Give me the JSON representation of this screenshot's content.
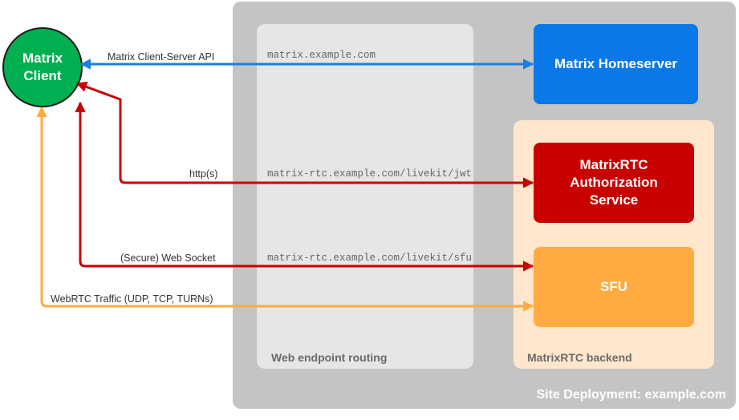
{
  "site": {
    "label": "Site Deployment: example.com"
  },
  "routing": {
    "label": "Web endpoint routing"
  },
  "backend": {
    "label": "MatrixRTC backend"
  },
  "client": {
    "line1": "Matrix",
    "line2": "Client"
  },
  "nodes": {
    "homeserver": "Matrix Homeserver",
    "auth": [
      "MatrixRTC",
      "Authorization",
      "Service"
    ],
    "sfu": "SFU"
  },
  "connections": [
    {
      "label": "Matrix Client-Server API",
      "url": "matrix.example.com",
      "color": "#1a7fe0"
    },
    {
      "label": "http(s)",
      "url": "matrix-rtc.example.com/livekit/jwt",
      "color": "#c80000"
    },
    {
      "label": "(Secure) Web Socket",
      "url": "matrix-rtc.example.com/livekit/sfu",
      "color": "#c80000"
    },
    {
      "label": "WebRTC Traffic (UDP, TCP, TURNs)",
      "url": "",
      "color": "#ffab40"
    }
  ]
}
